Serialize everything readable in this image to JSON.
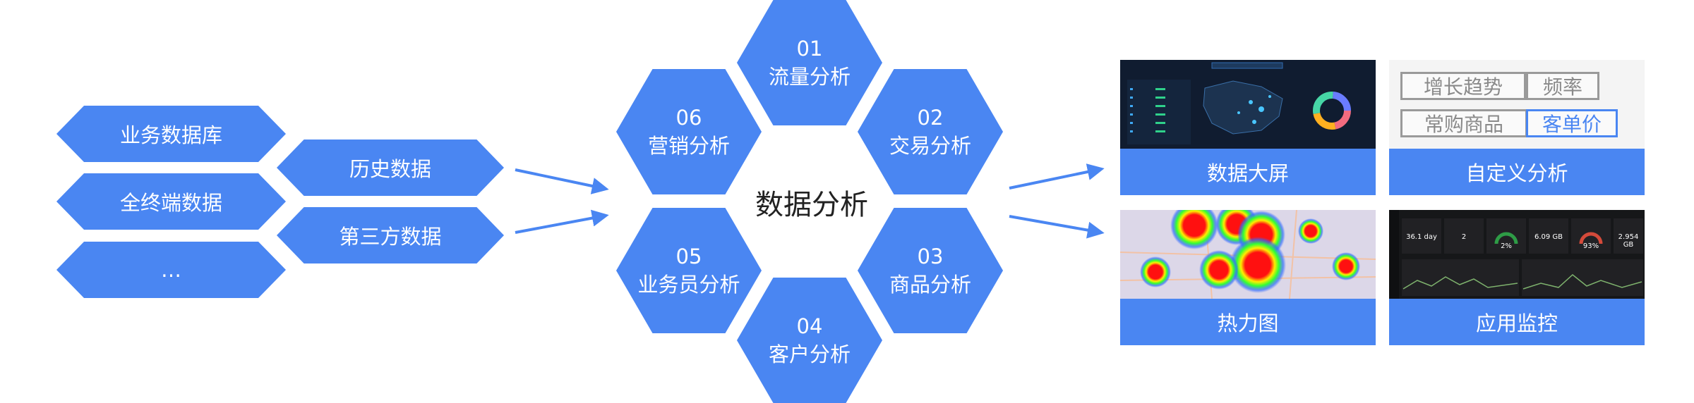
{
  "sources": [
    "业务数据库",
    "全终端数据",
    "…"
  ],
  "middle": [
    "历史数据",
    "第三方数据"
  ],
  "center": "数据分析",
  "modules": [
    {
      "num": "01",
      "label": "流量分析"
    },
    {
      "num": "02",
      "label": "交易分析"
    },
    {
      "num": "03",
      "label": "商品分析"
    },
    {
      "num": "04",
      "label": "客户分析"
    },
    {
      "num": "05",
      "label": "业务员分析"
    },
    {
      "num": "06",
      "label": "营销分析"
    }
  ],
  "outputs": [
    "数据大屏",
    "自定义分析",
    "热力图",
    "应用监控"
  ],
  "custom_tags": [
    "增长趋势",
    "频率",
    "常购商品",
    "客单价"
  ],
  "monitor_stats": [
    "36.1 day",
    "2",
    "2%",
    "6.09 GB",
    "93%",
    "2.954 GB"
  ],
  "colors": {
    "primary": "#4a86f2",
    "dark_panel": "#101c30",
    "heat_red": "#ff1010"
  }
}
